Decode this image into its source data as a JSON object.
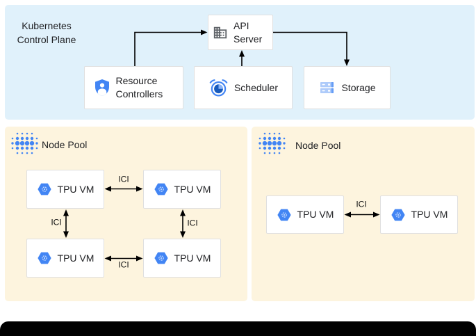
{
  "control_plane": {
    "title": "Kubernetes Control Plane",
    "api_server_label": "API Server",
    "resource_controllers_label": "Resource Controllers",
    "scheduler_label": "Scheduler",
    "storage_label": "Storage"
  },
  "pool_left": {
    "title": "Node Pool",
    "vms": [
      "TPU VM",
      "TPU VM",
      "TPU VM",
      "TPU VM"
    ],
    "links": {
      "top": "ICI",
      "left": "ICI",
      "right": "ICI",
      "bottom": "ICI"
    }
  },
  "pool_right": {
    "title": "Node Pool",
    "vms": [
      "TPU VM",
      "TPU VM"
    ],
    "links": {
      "middle": "ICI"
    }
  },
  "icons": {
    "api_server": "building-icon",
    "resource_controllers": "shield-user-icon",
    "scheduler": "alarm-clock-icon",
    "storage": "stacked-disks-icon",
    "tpu_vm": "tpu-hexagon-icon",
    "node_pool": "dot-matrix-icon"
  },
  "colors": {
    "control_plane_bg": "#e0f1fb",
    "node_pool_bg": "#fdf4de",
    "box_border": "#e0e0e0",
    "text": "#202124",
    "google_blue": "#4285f4",
    "light_blue": "#aecbfa",
    "dark_blue": "#185abc",
    "icon_gray": "#5f6368",
    "arrow_black": "#000000"
  }
}
